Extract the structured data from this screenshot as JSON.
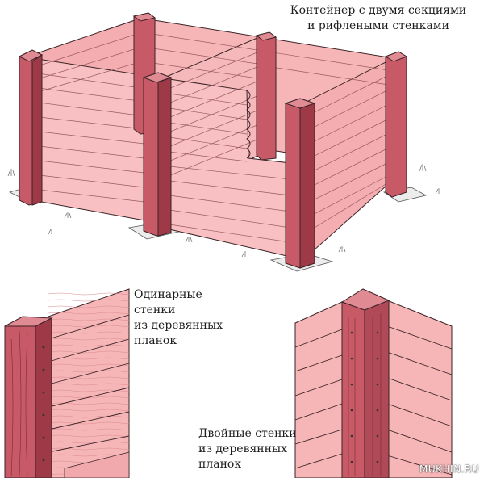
{
  "captions": {
    "top": [
      "Контейнер с двумя секциями",
      "и рифлеными стенками"
    ],
    "single": [
      "Одинарные",
      "стенки",
      "из деревянных",
      "планок"
    ],
    "double": [
      "Двойные стенки",
      "из деревянных",
      "планок"
    ]
  },
  "watermark": "MUKHIN.RU",
  "colors": {
    "plank": "#f6b6b8",
    "post": "#c85a68",
    "post_dark": "#9e3a48",
    "outline": "#3a2326"
  }
}
